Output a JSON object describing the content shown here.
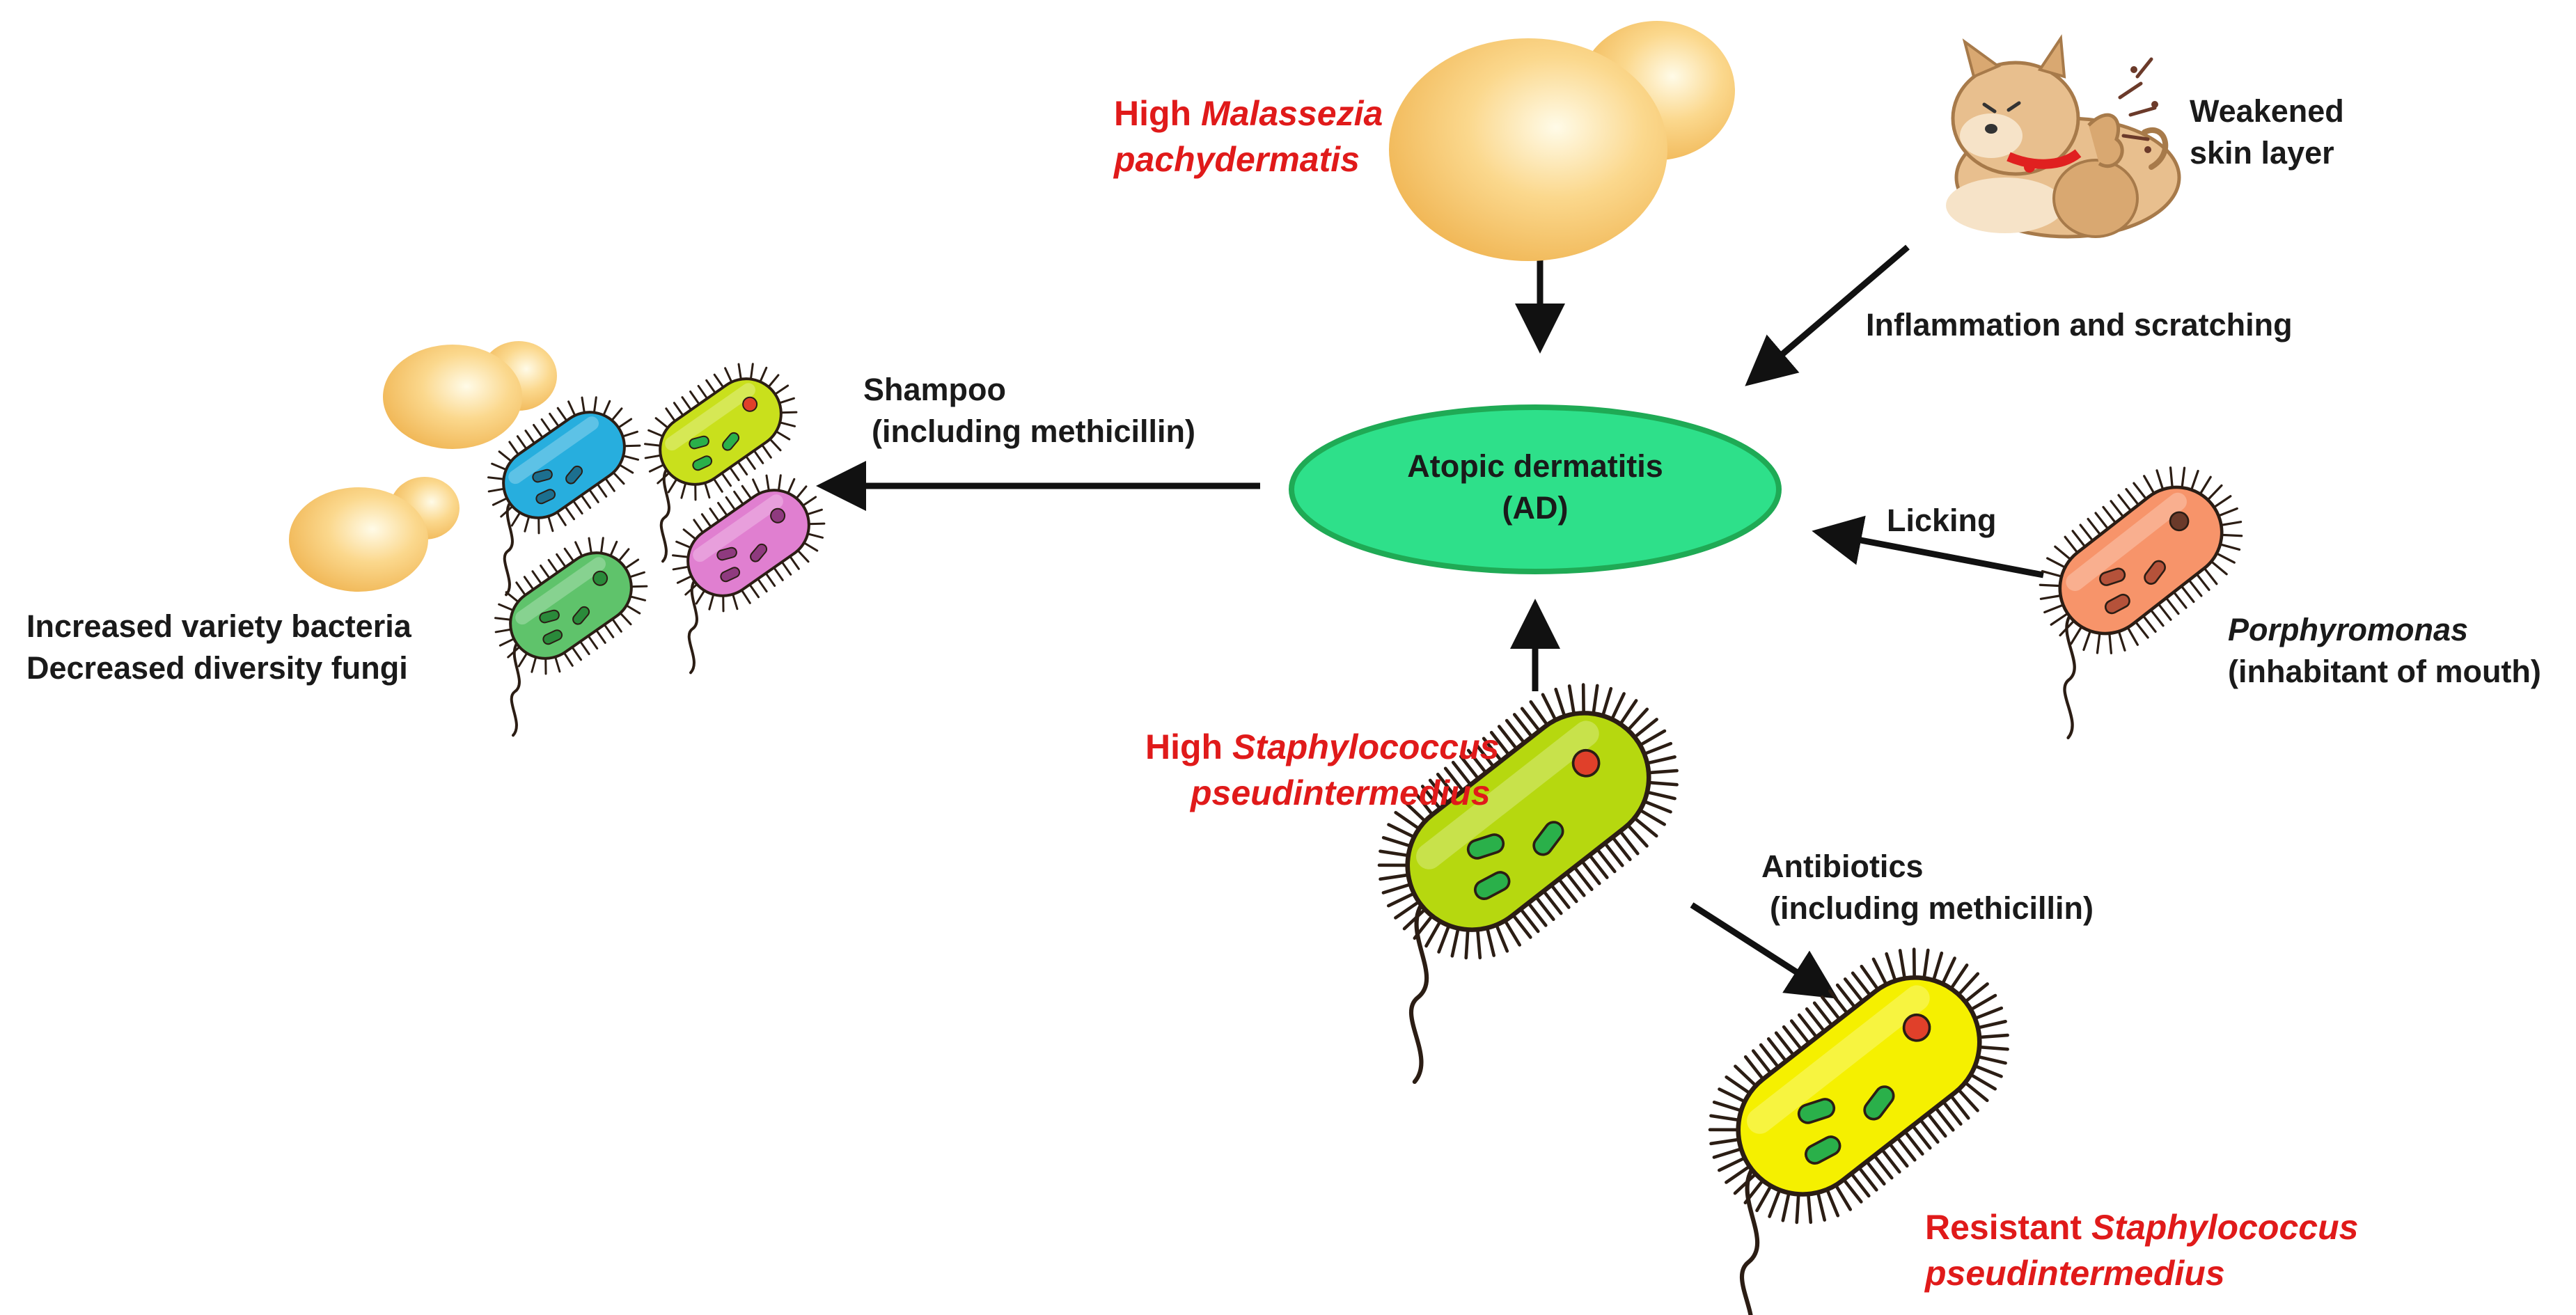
{
  "center": {
    "line1": "Atopic dermatitis",
    "line2": "(AD)"
  },
  "malassezia": {
    "prefix": "High ",
    "name_line1": "Malassezia",
    "name_line2": "pachydermatis"
  },
  "dog": {
    "line1": "Weakened",
    "line2": "skin layer"
  },
  "inflammation": "Inflammation and scratching",
  "shampoo": {
    "line1": "Shampoo",
    "line2": "(including methicillin)"
  },
  "left_result": {
    "line1": "Increased variety bacteria",
    "line2": "Decreased diversity fungi"
  },
  "licking": "Licking",
  "porphyromonas": {
    "name": "Porphyromonas",
    "desc": "(inhabitant of mouth)"
  },
  "staph": {
    "prefix": "High ",
    "name_line1": "Staphylococcus",
    "name_line2": "pseudintermedius"
  },
  "antibiotics": {
    "line1": "Antibiotics",
    "line2": "(including methicillin)"
  },
  "resistant": {
    "prefix": "Resistant ",
    "name_line1": "Staphylococcus",
    "name_line2": "pseudintermedius"
  },
  "colors": {
    "label_red": "#e01a1a",
    "center_fill": "#2ee08a",
    "center_stroke": "#1faa55",
    "yeast": "#f7c36a",
    "staph_green": "#b6d80f",
    "resistant_yellow": "#f5f000",
    "porphyromonas": "#f7946a",
    "cyan": "#27aede",
    "lime": "#c9e01c",
    "green": "#5fc36b",
    "pink": "#e07fd0"
  }
}
